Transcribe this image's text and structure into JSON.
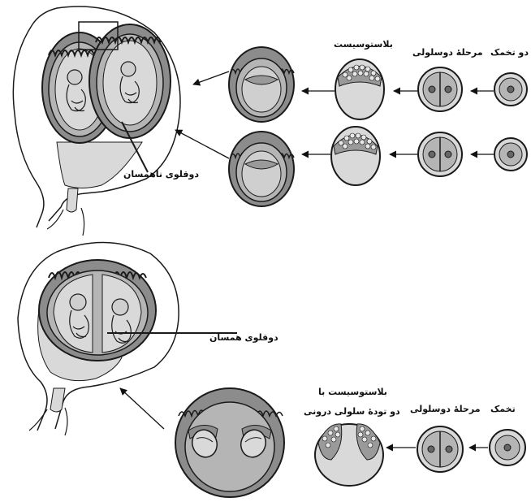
{
  "top": {
    "label_two_eggs": "دو تخمک",
    "label_two_cell_stage": "مرحلهٔ دوسلولی",
    "label_blastocyst": "بلاستوسیست",
    "label_fraternal_twins": "دوقلوی ناهمسان"
  },
  "bottom": {
    "label_one_egg": "تخمک",
    "label_two_cell_stage": "مرحلهٔ دوسلولی",
    "label_blastocyst_line1": "بلاستوسیست با",
    "label_blastocyst_line2": "دو تودهٔ سلولی درونی",
    "label_identical_twins": "دوقلوی همسان"
  },
  "colors": {
    "line": "#1a1a1a",
    "fill_dark": "#8c8c8c",
    "fill_mid": "#b5b5b5",
    "fill_light": "#d9d9d9",
    "background": "#ffffff"
  }
}
